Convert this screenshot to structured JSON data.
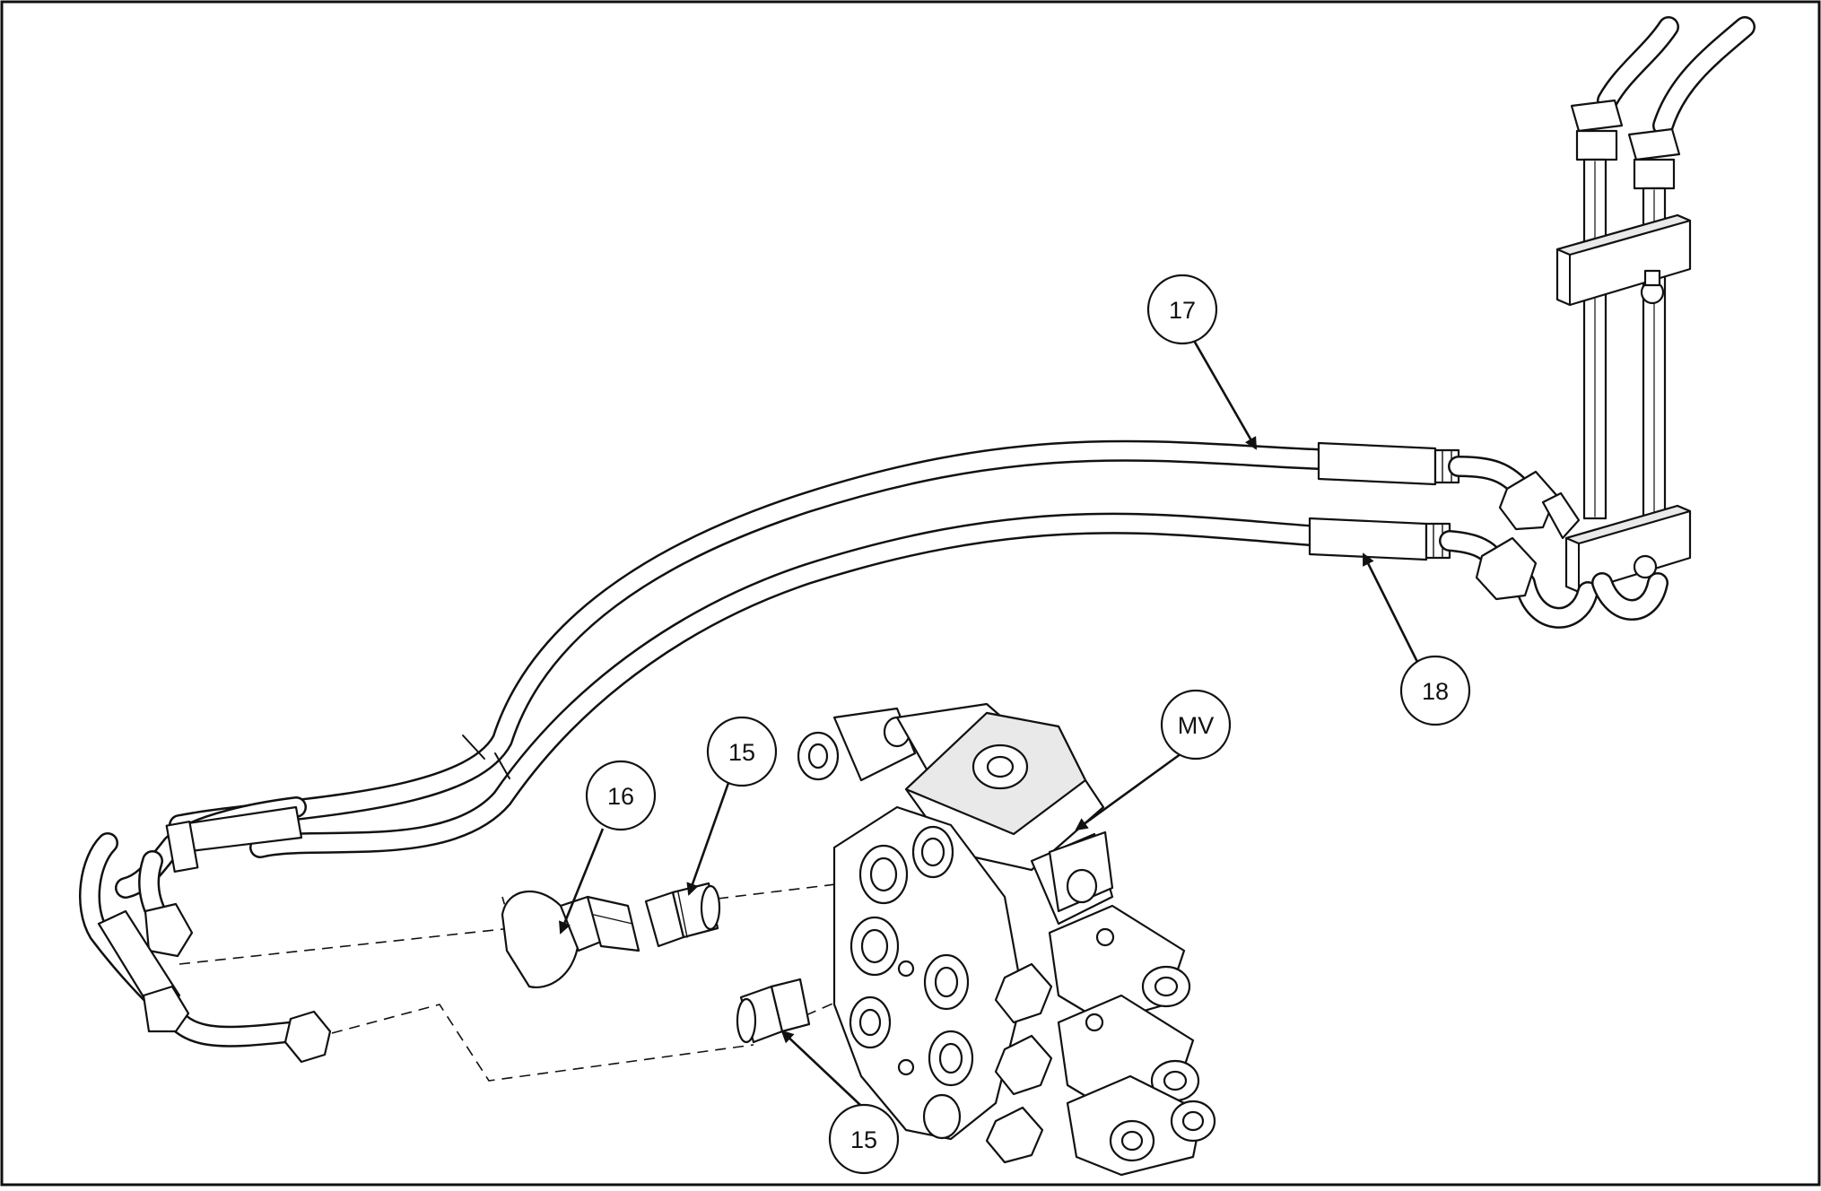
{
  "diagram": {
    "callouts": [
      {
        "id": "c17",
        "label": "17"
      },
      {
        "id": "c18",
        "label": "18"
      },
      {
        "id": "c16",
        "label": "16"
      },
      {
        "id": "c15a",
        "label": "15"
      },
      {
        "id": "c15b",
        "label": "15"
      },
      {
        "id": "cMV",
        "label": "MV"
      }
    ]
  }
}
